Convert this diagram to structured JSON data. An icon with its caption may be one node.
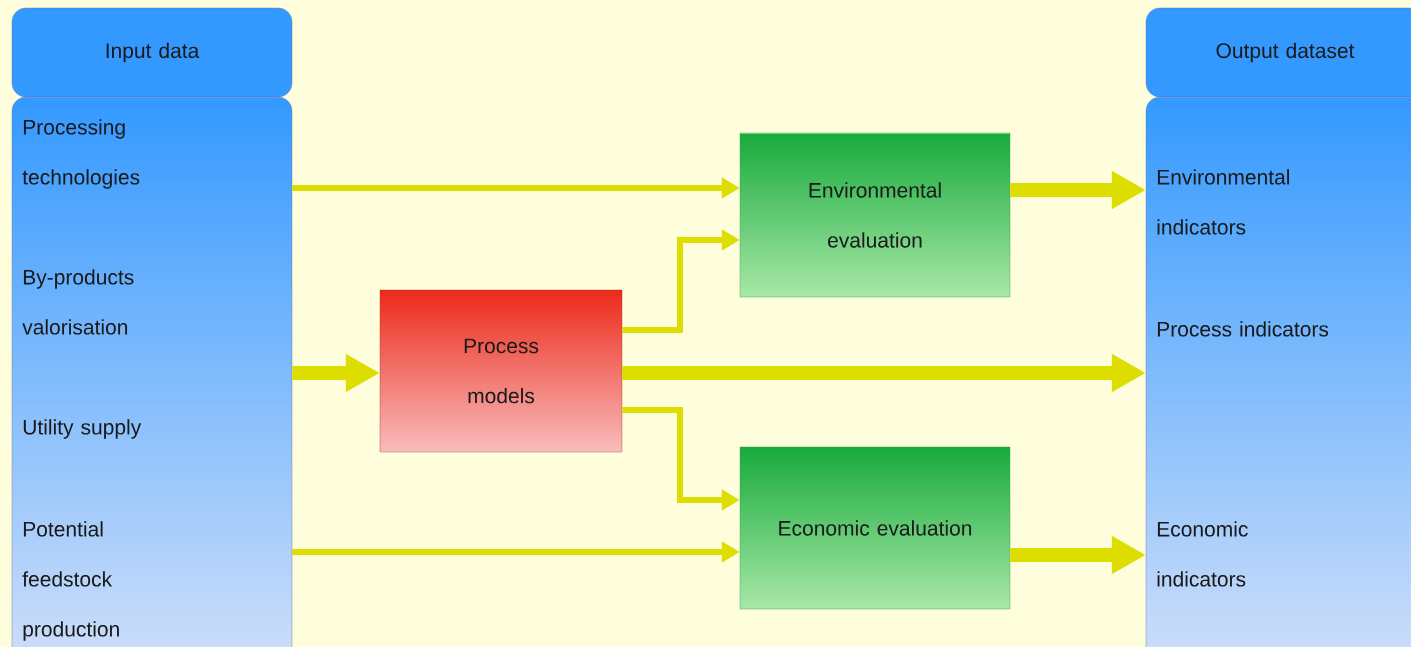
{
  "diagram": {
    "nodes": [
      {
        "text": [
          "Input data"
        ]
      },
      {
        "text": [
          "Processing technologies",
          "By-products valorisation",
          "Utility supply",
          "Potential feedstock production"
        ]
      },
      {
        "text": [
          "Process models"
        ]
      },
      {
        "text": [
          "Environmental evaluation"
        ]
      },
      {
        "text": [
          "Economic evaluation"
        ]
      },
      {
        "text": [
          "Output dataset"
        ]
      },
      {
        "text": [
          "Environmental indicators",
          "Process indicators",
          "Economic indicators"
        ]
      }
    ],
    "edges": [
      {
        "from": 1,
        "to": 3,
        "arrow": "to"
      },
      {
        "from": 1,
        "to": 2,
        "arrow": "to",
        "style": "thick"
      },
      {
        "from": 1,
        "to": 4,
        "arrow": "to"
      },
      {
        "from": 2,
        "to": 3,
        "arrow": "to"
      },
      {
        "from": 2,
        "to": 6,
        "arrow": "to",
        "style": "thick"
      },
      {
        "from": 2,
        "to": 4,
        "arrow": "to"
      },
      {
        "from": 3,
        "to": 6,
        "arrow": "to",
        "style": "thick"
      },
      {
        "from": 4,
        "to": 6,
        "arrow": "to",
        "style": "thick"
      }
    ]
  }
}
